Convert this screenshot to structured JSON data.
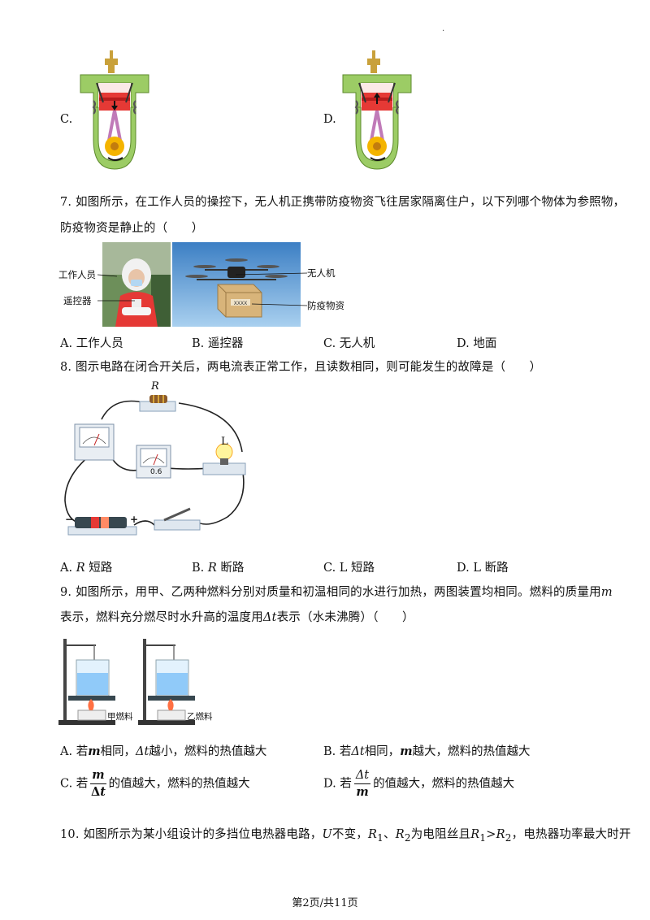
{
  "header": {
    "mark": "."
  },
  "q6": {
    "opt_c": "C.",
    "opt_d": "D."
  },
  "q7": {
    "stem_line1": "7. 如图所示，在工作人员的操控下，无人机正携带防疫物资飞往居家隔离住户，以下列哪个物体为参照物，",
    "stem_line2": "防疫物资是静止的（　　）",
    "labels": {
      "worker": "工作人员",
      "remote": "遥控器",
      "drone": "无人机",
      "supplies": "防疫物资",
      "box_text": "XXXX"
    },
    "options": [
      "A. 工作人员",
      "B. 遥控器",
      "C. 无人机",
      "D. 地面"
    ]
  },
  "q8": {
    "stem": "8. 图示电路在闭合开关后，两电流表正常工作，且读数相同，则可能发生的故障是（　　）",
    "labels": {
      "R": "R",
      "L": "L",
      "meter_scale": "0.6",
      "minus": "−",
      "plus": "+"
    },
    "options": {
      "a_prefix": "A. ",
      "a_var": "R",
      "a_text": " 短路",
      "b_prefix": "B. ",
      "b_var": "R",
      "b_text": " 断路",
      "c": "C. L 短路",
      "d": "D. L 断路"
    }
  },
  "q9": {
    "stem_line1_a": "9. 如图所示，用甲、乙两种燃料分别对质量和初温相同的水进行加热，两图装置均相同。燃料的质量用",
    "stem_line1_var": "m",
    "stem_line2_a": "表示，燃料充分燃尽时水升高的温度用",
    "stem_line2_var": "Δt",
    "stem_line2_b": "表示（水未沸腾）（　　）",
    "labels": {
      "fuel_a": "甲燃料",
      "fuel_b": "乙燃料"
    },
    "opt_a": {
      "p1": "A. 若",
      "v1": "m",
      "p2": "相同，",
      "v2": "Δt",
      "p3": "越小，燃料的热值越大"
    },
    "opt_b": {
      "p1": "B. 若",
      "v1": "Δt",
      "p2": "相同，",
      "v2": "m",
      "p3": "越大，燃料的热值越大"
    },
    "opt_c": {
      "p1": "C. 若",
      "num": "m",
      "den_a": "Δ",
      "den_b": "t",
      "p2": "的值越大，燃料的热值越大"
    },
    "opt_d": {
      "p1": "D. 若",
      "num": "Δt",
      "den": "m",
      "p2": "的值越大，燃料的热值越大"
    }
  },
  "q10": {
    "p1": "10. 如图所示为某小组设计的多挡位电热器电路，",
    "v_u": "U",
    "p2": "不变，",
    "v_r1": "R",
    "sub1": "1",
    "p3": "、",
    "v_r2": "R",
    "sub2": "2",
    "p4": "为电阻丝且",
    "v_r1b": "R",
    "sub1b": "1",
    "gt": ">",
    "v_r2b": "R",
    "sub2b": "2",
    "p5": "，电热器功率最大时开"
  },
  "footer": {
    "page": "第2页/共11页"
  }
}
